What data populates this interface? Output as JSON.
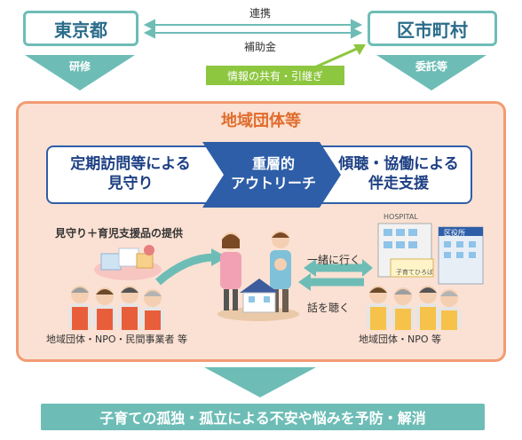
{
  "top": {
    "left_box": "東京都",
    "right_box": "区市町村",
    "link_top": "連携",
    "link_bottom": "補助金",
    "left_chevron": "研修",
    "right_chevron": "委託等",
    "share_label": "情報の共有・引継ぎ"
  },
  "panel": {
    "title": "地域団体等",
    "banner_left": "定期訪問等による\n見守り",
    "banner_center": "重層的\nアウトリーチ",
    "banner_right": "傾聴・協働による\n伴走支援",
    "caption_items": "見守り＋育児支援品の提供",
    "caption_go": "一緒に行く",
    "caption_listen": "話を聴く",
    "group_left": "地域団体・NPO・民間事業者 等",
    "group_right": "地域団体・NPO 等",
    "hospital": "HOSPITAL",
    "city_hall": "区役所",
    "nursery": "子育てひろば"
  },
  "bottom": {
    "text": "子育ての孤独・孤立による不安や悩みを予防・解消"
  },
  "colors": {
    "teal": "#6dbdb6",
    "navy": "#2f5ea8",
    "orange": "#f29b73",
    "peach": "#fbe1d3",
    "green": "#8dc63f"
  }
}
